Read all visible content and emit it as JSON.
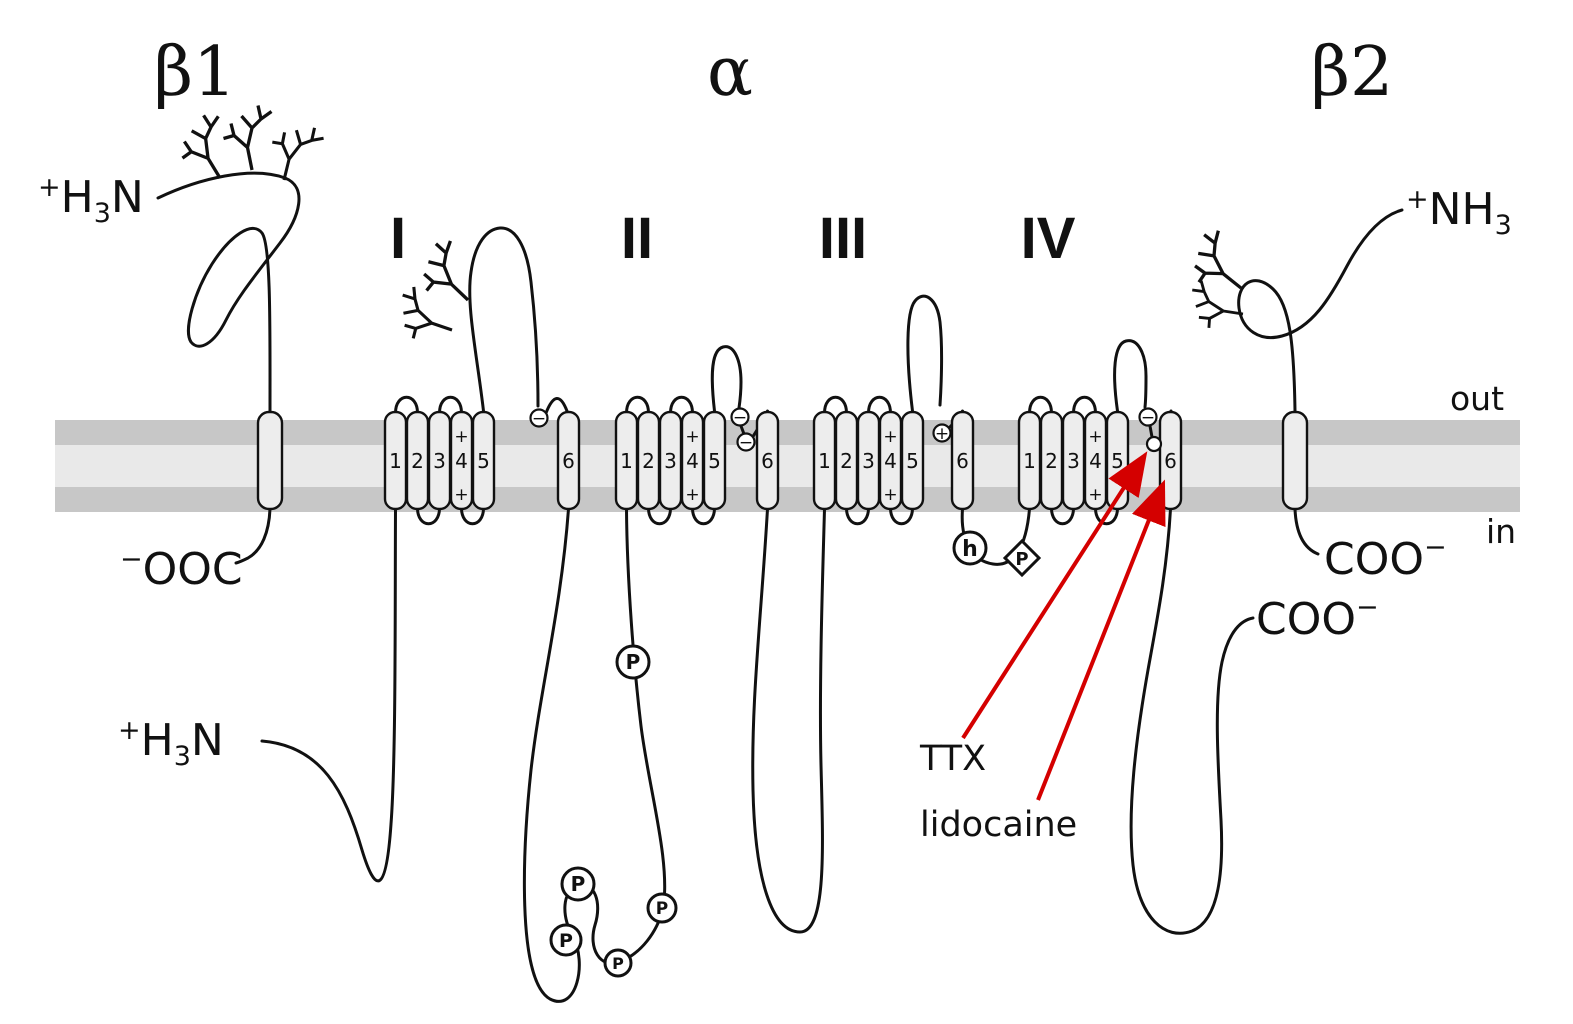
{
  "titles": {
    "beta1": "β1",
    "alpha": "α",
    "beta2": "β2"
  },
  "domain_labels": [
    "I",
    "II",
    "III",
    "IV"
  ],
  "segment_numbers": [
    "1",
    "2",
    "3",
    "4",
    "5",
    "6"
  ],
  "glyphs": {
    "plus": "+",
    "minus": "−",
    "H": "H",
    "three": "3",
    "N": "N",
    "NH": "NH",
    "OOC": "OOC",
    "COO": "COO"
  },
  "membrane_labels": {
    "out": "out",
    "in": "in"
  },
  "sites": {
    "phosphorylation": "P",
    "inactivation": "h"
  },
  "drug_labels": {
    "ttx": "TTX",
    "lidocaine": "lidocaine"
  },
  "colors": {
    "ink": "#111111",
    "membrane_dark": "#c7c7c7",
    "membrane_light": "#e9e9e9",
    "segment_fill": "#ededed",
    "arrow_red": "#d40000",
    "background": "#ffffff"
  }
}
